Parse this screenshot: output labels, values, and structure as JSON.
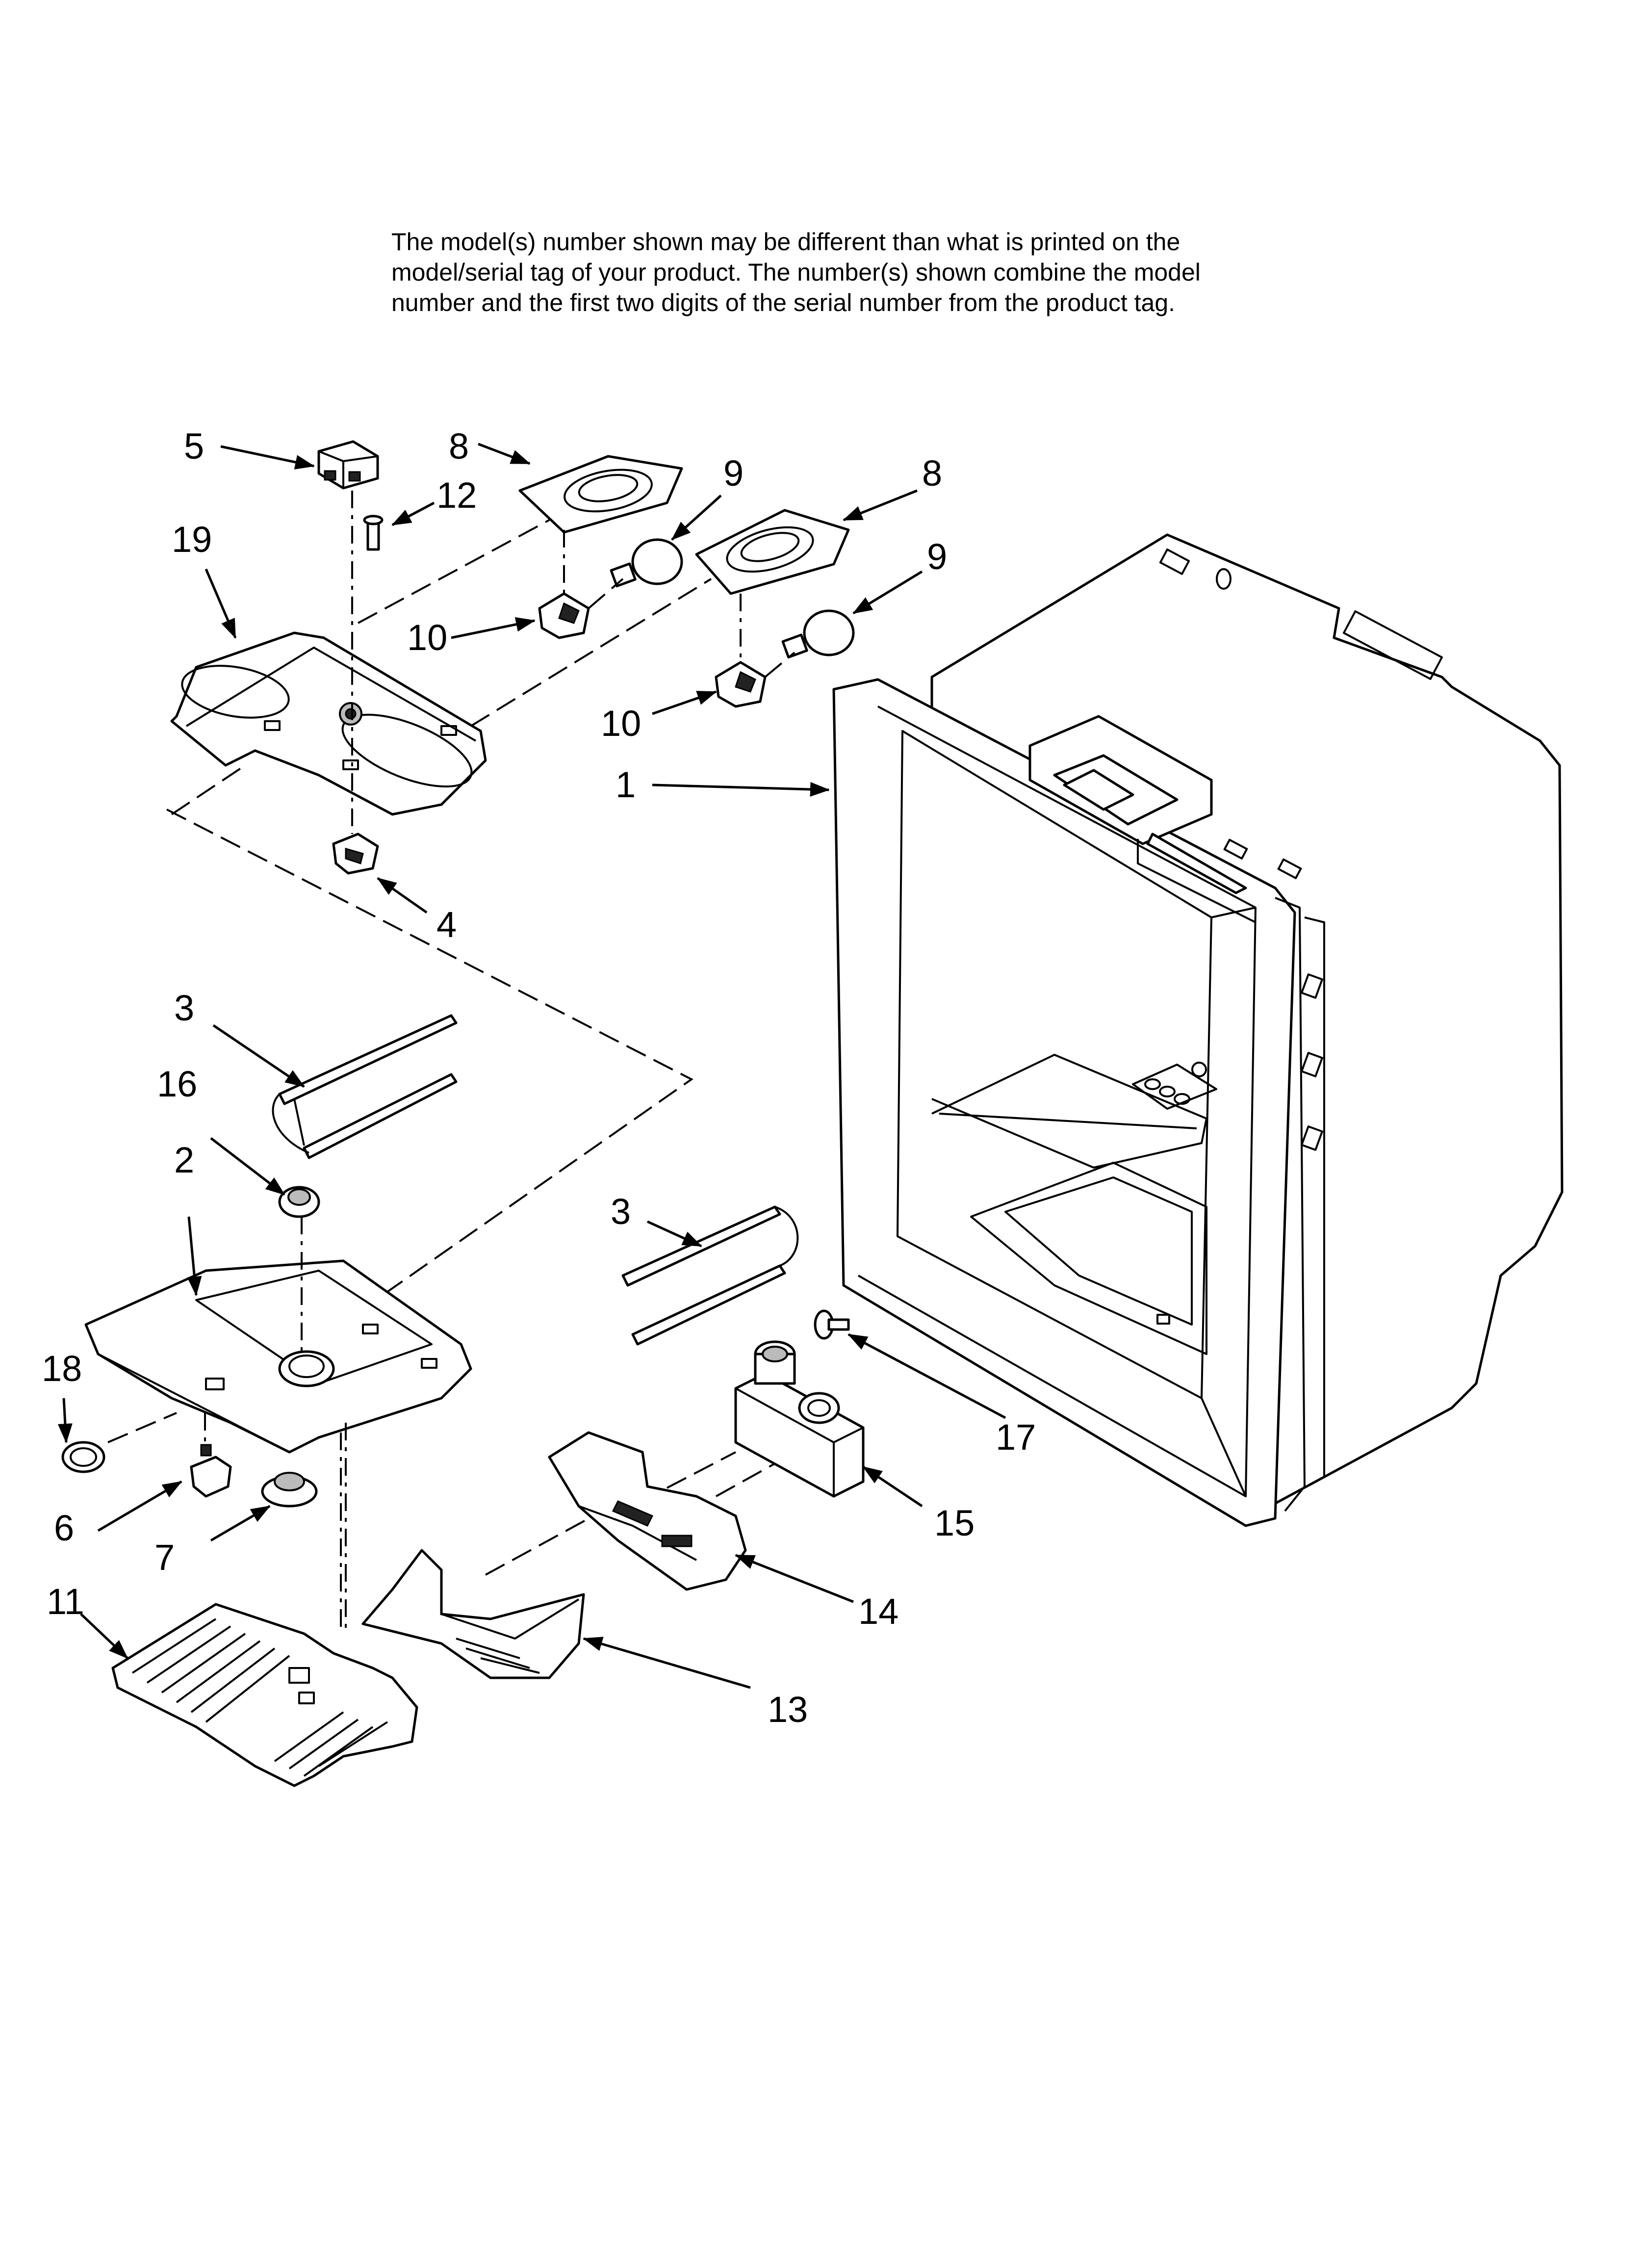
{
  "notice": {
    "lines": [
      "The model(s) number shown may be different than what is printed on the",
      "model/serial tag of your product. The number(s) shown combine the model",
      "number and the first two digits of the serial number from the product tag."
    ]
  },
  "callouts": {
    "c1": "1",
    "c2": "2",
    "c3a": "3",
    "c3b": "3",
    "c4": "4",
    "c5": "5",
    "c6": "6",
    "c7": "7",
    "c8a": "8",
    "c8b": "8",
    "c9a": "9",
    "c9b": "9",
    "c10a": "10",
    "c10b": "10",
    "c11": "11",
    "c12": "12",
    "c13": "13",
    "c14": "14",
    "c15": "15",
    "c16": "16",
    "c17": "17",
    "c18": "18",
    "c19": "19"
  }
}
